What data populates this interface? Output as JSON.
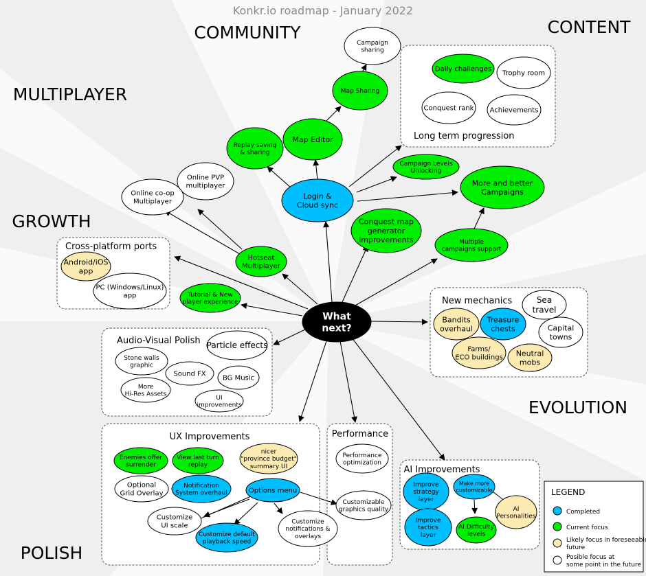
{
  "title": "Konkr.io roadmap - January 2022",
  "colors": {
    "completed": "#00bfff",
    "current": "#00ee00",
    "likely": "#fbeab2",
    "possible": "#ffffff",
    "center": "#000000",
    "ray": "#fafafa",
    "background": "#efefef"
  },
  "sections": {
    "community": "COMMUNITY",
    "content": "CONTENT",
    "multiplayer": "MULTIPLAYER",
    "growth": "GROWTH",
    "evolution": "EVOLUTION",
    "polish": "POLISH"
  },
  "groups": {
    "long_term": "Long term progression",
    "cross_platform": "Cross-platform ports",
    "new_mechanics": "New mechanics",
    "audio_visual": "Audio-Visual Polish",
    "ux": "UX Improvements",
    "performance": "Performance",
    "ai": "AI Improvements"
  },
  "nodes": {
    "center": [
      "What",
      "next?"
    ],
    "campaign_sharing": [
      "Campaign",
      "sharing"
    ],
    "map_sharing": [
      "Map Sharing"
    ],
    "map_editor": [
      "Map Editor"
    ],
    "replay_saving": [
      "Replay saving",
      "& sharing"
    ],
    "login": [
      "Login &",
      "Cloud sync"
    ],
    "daily_challenges": [
      "Daily challenges"
    ],
    "trophy_room": [
      "Trophy room"
    ],
    "conquest_rank": [
      "Conquest rank"
    ],
    "achievements": [
      "Achievements"
    ],
    "campaign_levels": [
      "Campaign Levels",
      "Unlocking"
    ],
    "more_campaigns": [
      "More and better",
      "Campaigns"
    ],
    "conquest_map": [
      "Conquest map",
      "generator",
      "improvements"
    ],
    "multiple_campaigns": [
      "Multiple",
      "campaigns support"
    ],
    "online_pvp": [
      "Online PVP",
      "multiplayer"
    ],
    "online_coop": [
      "Online co-op",
      "Multiplayer"
    ],
    "hotseat": [
      "Hotseat",
      "Multiplayer"
    ],
    "android_ios": [
      "Android/iOS",
      "app"
    ],
    "pc": [
      "PC (Windows/Linux)",
      "app"
    ],
    "tutorial": [
      "Tutorial & New",
      "player experience"
    ],
    "bandits": [
      "Bandits",
      "overhaul"
    ],
    "treasure": [
      "Treasure",
      "chests"
    ],
    "sea_travel": [
      "Sea",
      "travel"
    ],
    "capital_towns": [
      "Capital",
      "towns"
    ],
    "farms": [
      "Farms/",
      "ECO buildings"
    ],
    "neutral_mobs": [
      "Neutral",
      "mobs"
    ],
    "particle_effects": [
      "Particle effects"
    ],
    "stone_walls": [
      "Stone walls",
      "graphic"
    ],
    "sound_fx": [
      "Sound FX"
    ],
    "bg_music": [
      "BG Music"
    ],
    "hires_assets": [
      "More",
      "Hi-Res Assets"
    ],
    "ui_improvements": [
      "UI",
      "improvements"
    ],
    "enemies_surrender": [
      "Enemies offer",
      "surrender"
    ],
    "last_turn_replay": [
      "View last turn",
      "replay"
    ],
    "province_budget": [
      "nicer",
      "\"province budget\"",
      "summary UI"
    ],
    "grid_overlay": [
      "Optional",
      "Grid Overlay"
    ],
    "notification_system": [
      "Notification",
      "System overhaul"
    ],
    "options_menu": [
      "Options menu"
    ],
    "ui_scale": [
      "Customize",
      "UI scale"
    ],
    "playback_speed": [
      "Customize default",
      "playback speed"
    ],
    "notifications_overlays": [
      "Customize",
      "notifications &",
      "overlays"
    ],
    "perf_optimization": [
      "Performance",
      "optimization"
    ],
    "graphics_quality": [
      "Customizable",
      "graphics quality"
    ],
    "strategy_layer": [
      "Improve",
      "strategy",
      "layer"
    ],
    "more_customizable": [
      "Make more",
      "customizable"
    ],
    "ai_personalities": [
      "AI",
      "Personalities"
    ],
    "tactics_layer": [
      "Improve",
      "tactics",
      "layer"
    ],
    "ai_difficulty": [
      "AI Difficulty",
      "levels"
    ]
  },
  "legend": {
    "title": "LEGEND",
    "completed": [
      "Completed"
    ],
    "current": [
      "Current focus"
    ],
    "likely": [
      "Likely focus in foreseeable",
      "future"
    ],
    "possible": [
      "Posible focus at",
      "some point in the future"
    ]
  }
}
